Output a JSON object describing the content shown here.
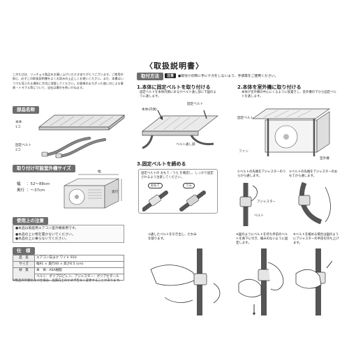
{
  "title": "〈取扱説明書〉",
  "intro": "このたびは、リッチェル製品をお買い上げいただきありがとうございます。ご使用の前に、必ずこの取扱説明書をよくお読みの上正しくお使いください。また、本書はいつでも見られる場所に大切に保管してください。お客様のまちがった使い方による事故・トラブル等について、当社は責任を負いかねます。",
  "sections": {
    "parts": "部品名称",
    "compat": "取り付け可能室外機サイズ",
    "caution": "使用上の注意",
    "spec": "仕　様",
    "method": "取付方法"
  },
  "parts": {
    "body": "本体",
    "body_qty": "1コ",
    "belt": "固定ベルト",
    "belt_qty": "2コ"
  },
  "compat": {
    "width_label": "幅",
    "width_value": "：52〜88cm",
    "depth_label": "奥行",
    "depth_value": "：〜37cm",
    "width_dim": "幅",
    "depth_dim": "奥行"
  },
  "caution_lines": [
    "●本品は家庭用エアコン室外機専用です。",
    "●本品の上に物を置かないでください。",
    "●本品の上に乗らないでください。"
  ],
  "spec": {
    "rows": [
      {
        "k": "品　名",
        "v": "エアコン日よけ ワイド 910"
      },
      {
        "k": "サイズ",
        "v": "幅91 × 奥行40 × 高さ6.5 (cm)"
      },
      {
        "k": "材　質",
        "v": "本　体：ASA樹脂"
      },
      {
        "k": "",
        "v": "ベルト：ポリプロピレン、アジャスター：ポリアセタール"
      }
    ],
    "footnote": "※製品の外観および仕様は、品質向上のため予告なく変更することがあります。"
  },
  "method": {
    "caution_tag": "注意",
    "caution_text": "●取付けの際に手にケガをしないよう、手袋等をご使用ください。",
    "step1": "1.本体に固定ベルトを取り付ける",
    "step1_desc": "固定ベルトを本体内側にある穴ベルト通し部に下図のように通します。",
    "step1_label_body": "本体(内側)",
    "step1_label_belt": "固定ベルト",
    "step1_label_hole": "ベルト通し部",
    "step2": "2.本体を室外機に取り付ける",
    "step2_desc": "本体が室外機の中心にくるように仮置きし、室外機の下から固定ベルトを通します。",
    "step2_label_belt": "固定ベルト",
    "step2_label_fan": "ファン",
    "step2_label_unit": "室外機",
    "step3": "3.固定ベルトを締める",
    "step3_desc": "固定ベルトの おもて／うら を確認し、しっかり固定されるよう注意してください。",
    "step3_omote": "おもて",
    "step3_ura": "うら",
    "s3_1": "①ベルトの先端をアジャスターのうらから通します。",
    "s3_2": "②ベルトの先端をアジャスターのおもてから通します。",
    "s3_adj": "アジャスター",
    "s3_belt": "ベルト",
    "s3_3": "③通したベルトを引き出し、たわみを取ります。",
    "s3_4": "④図のようにベルトを持ち手前のベルトを真下に引き、緩みのないように固定します。",
    "s3_5": "※ベルトを緩める場合は図のようにアジャスターの手前を持ち上げます。"
  }
}
